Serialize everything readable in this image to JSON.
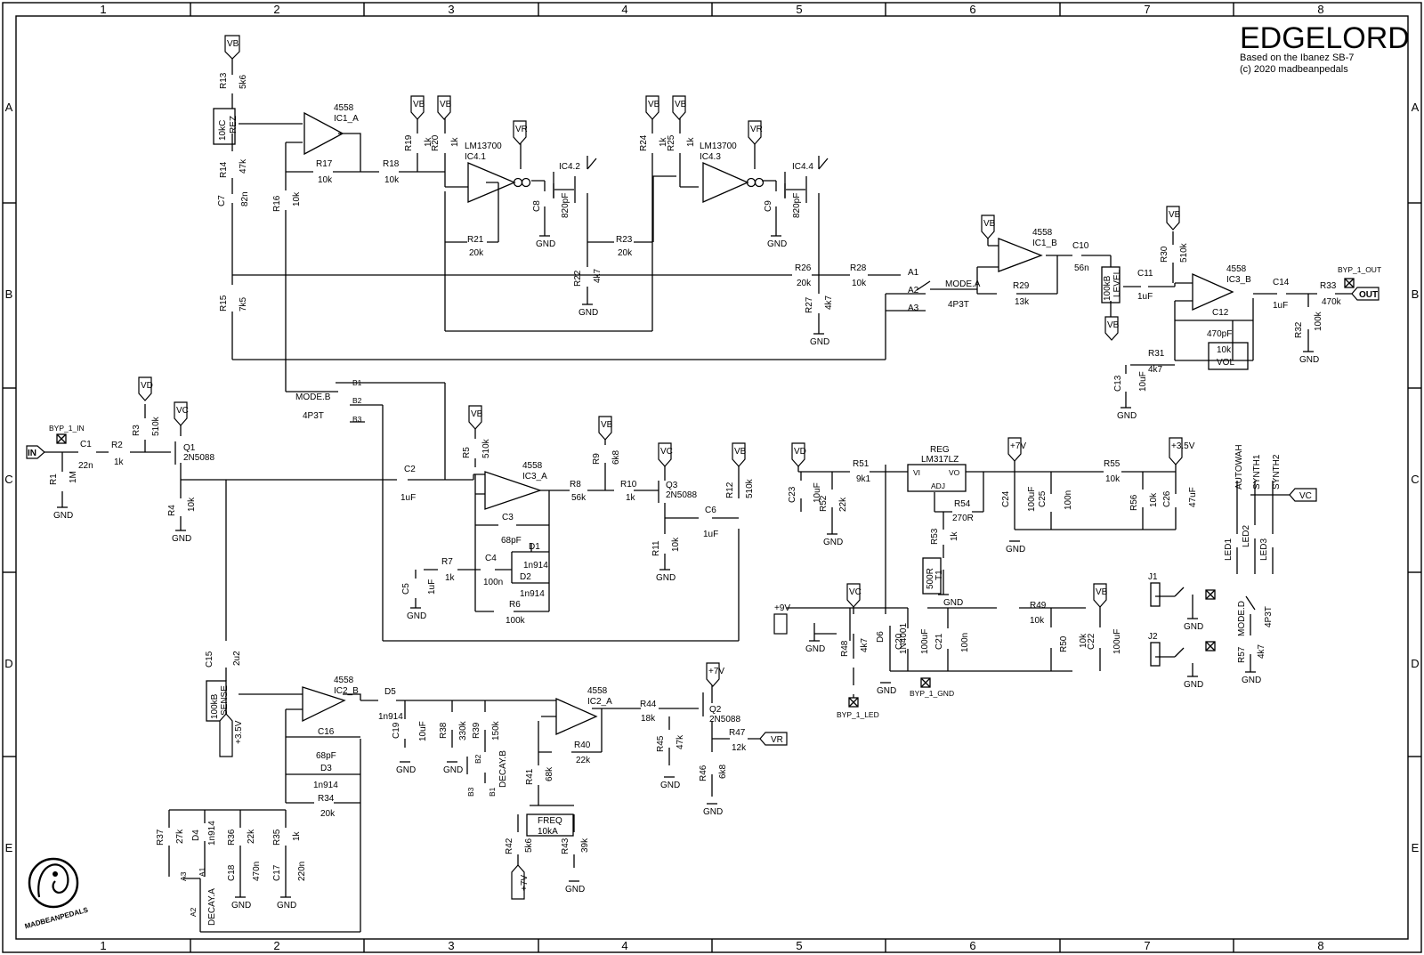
{
  "title_block": {
    "title": "EDGELORD",
    "line1": "Based on the Ibanez SB-7",
    "line2": "(c) 2020 madbeanpedals"
  },
  "grid": {
    "columns": [
      "1",
      "2",
      "3",
      "4",
      "5",
      "6",
      "7",
      "8"
    ],
    "rows": [
      "A",
      "B",
      "C",
      "D",
      "E"
    ]
  },
  "logo_text": "MADBEANPEDALS",
  "io": {
    "input": "IN",
    "output": "OUT",
    "supply": "+9V"
  },
  "rails": {
    "vb": "VB",
    "vr": "VR",
    "vc": "VC",
    "vd": "VD",
    "plus7": "+7V",
    "plus35": "+3.5V",
    "gnd": "GND"
  },
  "opamps": {
    "ic1a": [
      "4558",
      "IC1_A"
    ],
    "ic1b": [
      "4558",
      "IC1_B"
    ],
    "ic2a": [
      "4558",
      "IC2_A"
    ],
    "ic2b": [
      "4558",
      "IC2_B"
    ],
    "ic3a": [
      "4558",
      "IC3_A"
    ],
    "ic3b": [
      "4558",
      "IC3_B"
    ],
    "ic41": [
      "LM13700",
      "IC4.1"
    ],
    "ic43": [
      "LM13700",
      "IC4.3"
    ],
    "ic42": "IC4.2",
    "ic44": "IC4.4"
  },
  "transistors": {
    "q1": [
      "Q1",
      "2N5088"
    ],
    "q2": [
      "Q2",
      "2N5088"
    ],
    "q3": [
      "Q3",
      "2N5088"
    ]
  },
  "regulator": {
    "ref": "REG",
    "part": "LM317LZ",
    "vi": "VI",
    "vo": "VO",
    "adj": "ADJ"
  },
  "resistors": {
    "r1": [
      "R1",
      "1M"
    ],
    "r2": [
      "R2",
      "1k"
    ],
    "r3": [
      "R3",
      "510k"
    ],
    "r4": [
      "R4",
      "10k"
    ],
    "r5": [
      "R5",
      "510k"
    ],
    "r6": [
      "R6",
      "100k"
    ],
    "r7": [
      "R7",
      "1k"
    ],
    "r8": [
      "R8",
      "56k"
    ],
    "r9": [
      "R9",
      "6k8"
    ],
    "r10": [
      "R10",
      "1k"
    ],
    "r11": [
      "R11",
      "10k"
    ],
    "r12": [
      "R12",
      "510k"
    ],
    "r13": [
      "R13",
      "5k6"
    ],
    "r14": [
      "R14",
      "47k"
    ],
    "r15": [
      "R15",
      "7k5"
    ],
    "r16": [
      "R16",
      "10k"
    ],
    "r17": [
      "R17",
      "10k"
    ],
    "r18": [
      "R18",
      "10k"
    ],
    "r19": [
      "R19",
      "1k"
    ],
    "r20": [
      "R20",
      "1k"
    ],
    "r21": [
      "R21",
      "20k"
    ],
    "r22": [
      "R22",
      "4k7"
    ],
    "r23": [
      "R23",
      "20k"
    ],
    "r24": [
      "R24",
      "1k"
    ],
    "r25": [
      "R25",
      "1k"
    ],
    "r26": [
      "R26",
      "20k"
    ],
    "r27": [
      "R27",
      "4k7"
    ],
    "r28": [
      "R28",
      "10k"
    ],
    "r29": [
      "R29",
      "13k"
    ],
    "r30": [
      "R30",
      "510k"
    ],
    "r31": [
      "R31",
      "4k7"
    ],
    "r32": [
      "R32",
      "100k"
    ],
    "r33": [
      "R33",
      "470k"
    ],
    "r34": [
      "R34",
      "20k"
    ],
    "r35": [
      "R35",
      "1k"
    ],
    "r36": [
      "R36",
      "22k"
    ],
    "r37": [
      "R37",
      "27k"
    ],
    "r38": [
      "R38",
      "330k"
    ],
    "r39": [
      "R39",
      "150k"
    ],
    "r40": [
      "R40",
      "22k"
    ],
    "r41": [
      "R41",
      "68k"
    ],
    "r42": [
      "R42",
      "5k6"
    ],
    "r43": [
      "R43",
      "39k"
    ],
    "r44": [
      "R44",
      "18k"
    ],
    "r45": [
      "R45",
      "47k"
    ],
    "r46": [
      "R46",
      "6k8"
    ],
    "r47": [
      "R47",
      "12k"
    ],
    "r48": [
      "R48",
      "4k7"
    ],
    "r49": [
      "R49",
      "10k"
    ],
    "r50": [
      "R50",
      "10k"
    ],
    "r51": [
      "R51",
      "9k1"
    ],
    "r52": [
      "R52",
      "22k"
    ],
    "r53": [
      "R53",
      "1k"
    ],
    "r54": [
      "R54",
      "270R"
    ],
    "r55": [
      "R55",
      "10k"
    ],
    "r56": [
      "R56",
      "10k"
    ],
    "r57": [
      "R57",
      "4k7"
    ]
  },
  "capacitors": {
    "c1": [
      "C1",
      "22n"
    ],
    "c2": [
      "C2",
      "1uF"
    ],
    "c3": [
      "C3",
      "68pF"
    ],
    "c4": [
      "C4",
      "100n"
    ],
    "c5": [
      "C5",
      "1uF"
    ],
    "c6": [
      "C6",
      "1uF"
    ],
    "c7": [
      "C7",
      "82n"
    ],
    "c8": [
      "C8",
      "820pF"
    ],
    "c9": [
      "C9",
      "820pF"
    ],
    "c10": [
      "C10",
      "56n"
    ],
    "c11": [
      "C11",
      "1uF"
    ],
    "c12": [
      "C12",
      "470pF"
    ],
    "c13": [
      "C13",
      "10uF"
    ],
    "c14": [
      "C14",
      "1uF"
    ],
    "c15": [
      "C15",
      "2u2"
    ],
    "c16": [
      "C16",
      "68pF"
    ],
    "c17": [
      "C17",
      "220n"
    ],
    "c18": [
      "C18",
      "470n"
    ],
    "c19": [
      "C19",
      "10uF"
    ],
    "c20": [
      "C20",
      "100uF"
    ],
    "c21": [
      "C21",
      "100n"
    ],
    "c22": [
      "C22",
      "100uF"
    ],
    "c23": [
      "C23",
      "10uF"
    ],
    "c24": [
      "C24",
      "100uF"
    ],
    "c25": [
      "C25",
      "100n"
    ],
    "c26": [
      "C26",
      "47uF"
    ]
  },
  "diodes": {
    "d1": [
      "D1",
      "1n914"
    ],
    "d2": [
      "D2",
      "1n914"
    ],
    "d3": [
      "D3",
      "1n914"
    ],
    "d4": [
      "D4",
      "1n914"
    ],
    "d5": [
      "D5",
      "1n914"
    ],
    "d6": [
      "D6",
      "1N4001"
    ]
  },
  "pots": {
    "rez": [
      "10kC",
      "REZ"
    ],
    "level": [
      "100kB",
      "LEVEL"
    ],
    "vol": [
      "10k",
      "VOL"
    ],
    "sense": [
      "100kB",
      "SENSE"
    ],
    "freq": [
      "FREQ",
      "10kA"
    ],
    "t1": [
      "500R",
      "T1"
    ]
  },
  "switches": {
    "mode_a": [
      "MODE.A",
      "4P3T"
    ],
    "mode_b": [
      "MODE.B",
      "4P3T"
    ],
    "mode_d": [
      "MODE.D",
      "4P3T"
    ],
    "decay_a": "DECAY.A",
    "decay_b": "DECAY.B",
    "a1": "A1",
    "a2": "A2",
    "a3": "A3",
    "b1": "B1",
    "b2": "B2",
    "b3": "B3"
  },
  "leds": {
    "led1": "LED1",
    "led2": "LED2",
    "led3": "LED3",
    "autowah": "AUTOWAH",
    "synth1": "SYNTH1",
    "synth2": "SYNTH2"
  },
  "jacks": {
    "j1": "J1",
    "j2": "J2"
  },
  "pads": {
    "byp_in": "BYP_1_IN",
    "byp_out": "BYP_1_OUT",
    "byp_gnd": "BYP_1_GND",
    "byp_led": "BYP_1_LED"
  }
}
